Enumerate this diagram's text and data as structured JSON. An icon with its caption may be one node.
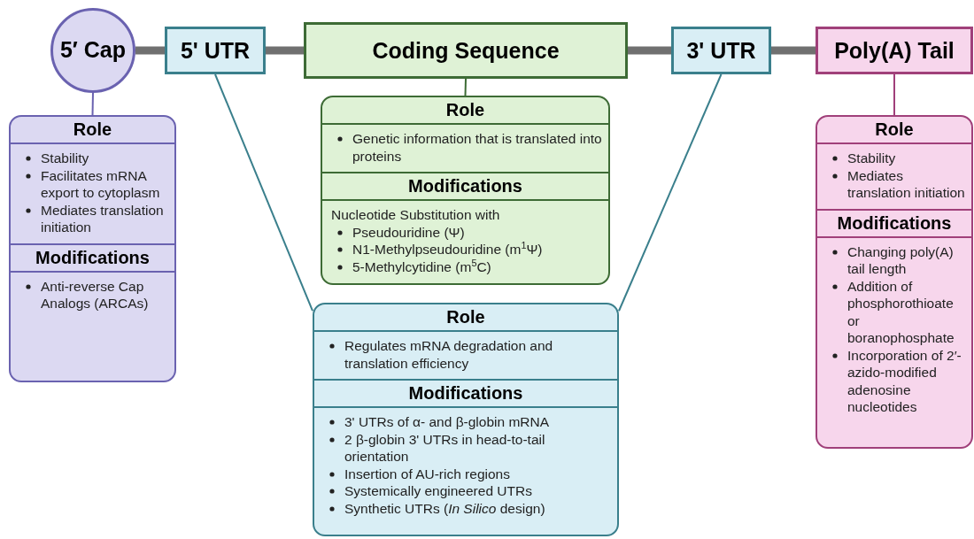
{
  "diagram": {
    "nodes": [
      {
        "text": [
          "5′ Cap"
        ]
      },
      {
        "text": [
          "5' UTR"
        ]
      },
      {
        "text": [
          "Coding Sequence"
        ]
      },
      {
        "text": [
          "3' UTR"
        ]
      },
      {
        "text": [
          "Poly(A) Tail"
        ]
      },
      {
        "text": [
          "Role",
          "Stability",
          "Facilitates mRNA export to cytoplasm",
          "Mediates translation initiation",
          "Modifications",
          "Anti-reverse Cap Analogs (ARCAs)"
        ]
      },
      {
        "text": [
          "Role",
          "Genetic information that is translated into proteins",
          "Modifications",
          "Nucleotide Substitution with",
          "Pseudouridine (Ψ)",
          "N1-Methylpseudouridine (m$^{1}$Ψ)",
          "5-Methylcytidine (m$^{5}$C)"
        ]
      },
      {
        "text": [
          "Role",
          "Regulates mRNA degradation and translation efficiency",
          "Modifications",
          "3' UTRs of α- and β-globin mRNA",
          "2 β-globin 3' UTRs in head-to-tail orientation",
          "Insertion of AU-rich regions",
          "Systemically engineered UTRs",
          "Synthetic UTRs (*In Silico* design)"
        ]
      },
      {
        "text": [
          "Role",
          "Stability",
          "Mediates translation initiation",
          "Modifications",
          "Changing poly(A) tail length",
          "Addition of phosphorothioate or boranophosphate",
          "Incorporation of 2′-azido-modified adenosine nucleotides"
        ]
      }
    ],
    "edges": [
      {
        "from": 0,
        "to": 1,
        "arrow": "none",
        "style": "thick",
        "color": "#707070"
      },
      {
        "from": 1,
        "to": 2,
        "arrow": "none",
        "style": "thick",
        "color": "#707070"
      },
      {
        "from": 2,
        "to": 3,
        "arrow": "none",
        "style": "thick",
        "color": "#707070"
      },
      {
        "from": 3,
        "to": 4,
        "arrow": "none",
        "style": "thick",
        "color": "#707070"
      },
      {
        "from": 0,
        "to": 5,
        "arrow": "none",
        "color": "#6a62b0"
      },
      {
        "from": 2,
        "to": 6,
        "arrow": "none",
        "color": "#3d6b35"
      },
      {
        "from": 1,
        "to": 7,
        "arrow": "none",
        "color": "#3a7f8c"
      },
      {
        "from": 3,
        "to": 7,
        "arrow": "none",
        "color": "#3a7f8c"
      },
      {
        "from": 4,
        "to": 8,
        "arrow": "none",
        "color": "#a0407a"
      }
    ]
  }
}
